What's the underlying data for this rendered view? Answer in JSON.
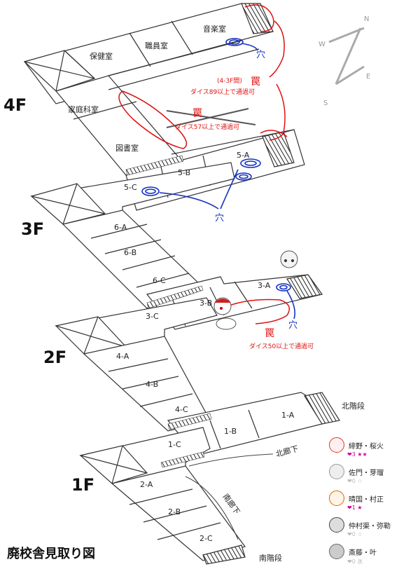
{
  "floors": [
    "4F",
    "3F",
    "2F",
    "1F"
  ],
  "rooms": {
    "f4": [
      "保健室",
      "職員室",
      "音楽室",
      "家庭科室",
      "図書室",
      "5-A",
      "5-B",
      "5-C"
    ],
    "f3": [
      "6-A",
      "6-B",
      "6-C",
      "3-A",
      "3-B",
      "3-C"
    ],
    "f2": [
      "4-A",
      "4-B",
      "4-C",
      "1-A",
      "1-B",
      "1-C"
    ],
    "f1": [
      "2-A",
      "2-B",
      "2-C"
    ]
  },
  "labels": {
    "hole": "穴",
    "trap": "罠",
    "trap_43_prefix": "(4-3F間)",
    "trap_43_cond": "ダイス89以上で通過可",
    "trap_lib_cond": "ダイス57以上で通過可",
    "trap_2f_cond": "ダイス50以上で通過可",
    "north_stairs": "北階段",
    "north_corridor": "北廊下",
    "south_corridor": "南廊下",
    "south_stairs": "南階段"
  },
  "compass": {
    "n": "N",
    "e": "E",
    "s": "S",
    "w": "W"
  },
  "roster": [
    {
      "name": "緋野・桜火",
      "stats": "❤3",
      "stars": "★★",
      "active": true,
      "color": "#d33"
    },
    {
      "name": "佐門・芽瑠",
      "stats": "❤0",
      "stars": "☆",
      "active": false,
      "color": "#888"
    },
    {
      "name": "晴国・村正",
      "stats": "❤1",
      "stars": "★",
      "active": true,
      "color": "#d60"
    },
    {
      "name": "仲村渠・弥勒",
      "stats": "❤0",
      "stars": "☆",
      "active": false,
      "color": "#444"
    },
    {
      "name": "斎藤・叶",
      "stats": "❤0 氷",
      "stars": "",
      "active": false,
      "color": "#666"
    }
  ],
  "title": "廃校舎見取り図",
  "colors": {
    "trap": "#e01010",
    "hole": "#1530c0",
    "line": "#333333",
    "accent": "#cc0099"
  }
}
